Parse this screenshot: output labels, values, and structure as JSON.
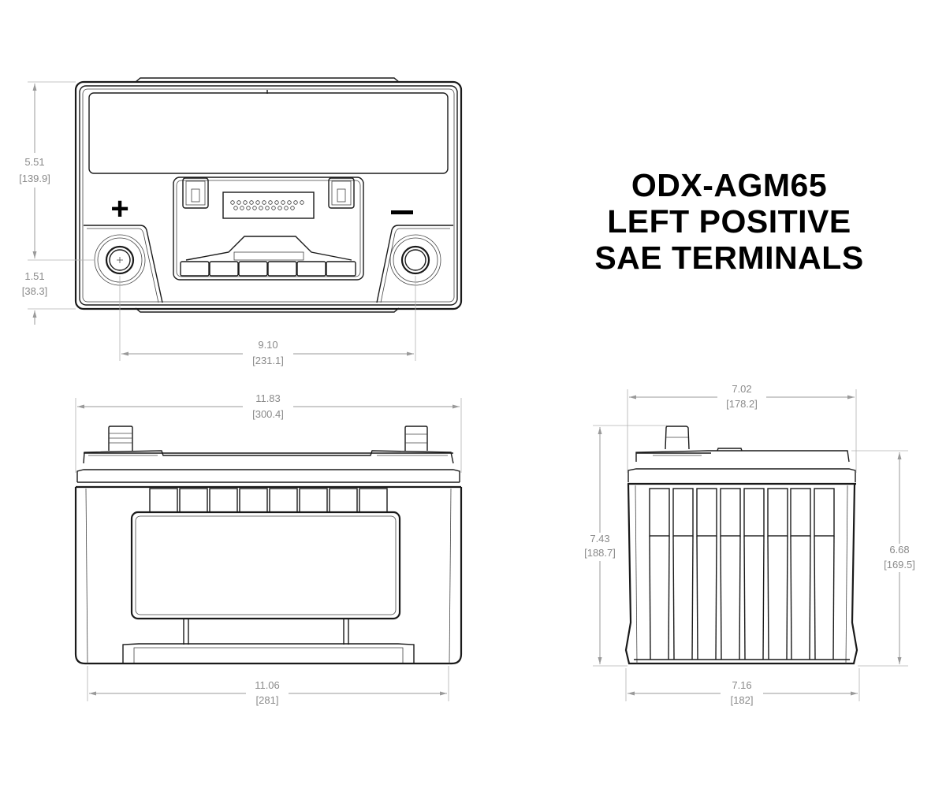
{
  "title": {
    "model": "ODX-AGM65",
    "line2": "LEFT POSITIVE",
    "line3": "SAE TERMINALS"
  },
  "top_view": {
    "positive_symbol": "+",
    "negative_symbol": "−",
    "dimensions": {
      "height": {
        "in": "5.51",
        "mm": "[139.9]"
      },
      "terminal_offset": {
        "in": "1.51",
        "mm": "[38.3]"
      },
      "terminal_spacing": {
        "in": "9.10",
        "mm": "[231.1]"
      }
    }
  },
  "front_view": {
    "dimensions": {
      "top_length": {
        "in": "11.83",
        "mm": "[300.4]"
      },
      "base_length": {
        "in": "11.06",
        "mm": "[281]"
      }
    }
  },
  "side_view": {
    "dimensions": {
      "top_width": {
        "in": "7.02",
        "mm": "[178.2]"
      },
      "total_height": {
        "in": "7.43",
        "mm": "[188.7]"
      },
      "case_height": {
        "in": "6.68",
        "mm": "[169.5]"
      },
      "base_width": {
        "in": "7.16",
        "mm": "[182]"
      }
    }
  }
}
